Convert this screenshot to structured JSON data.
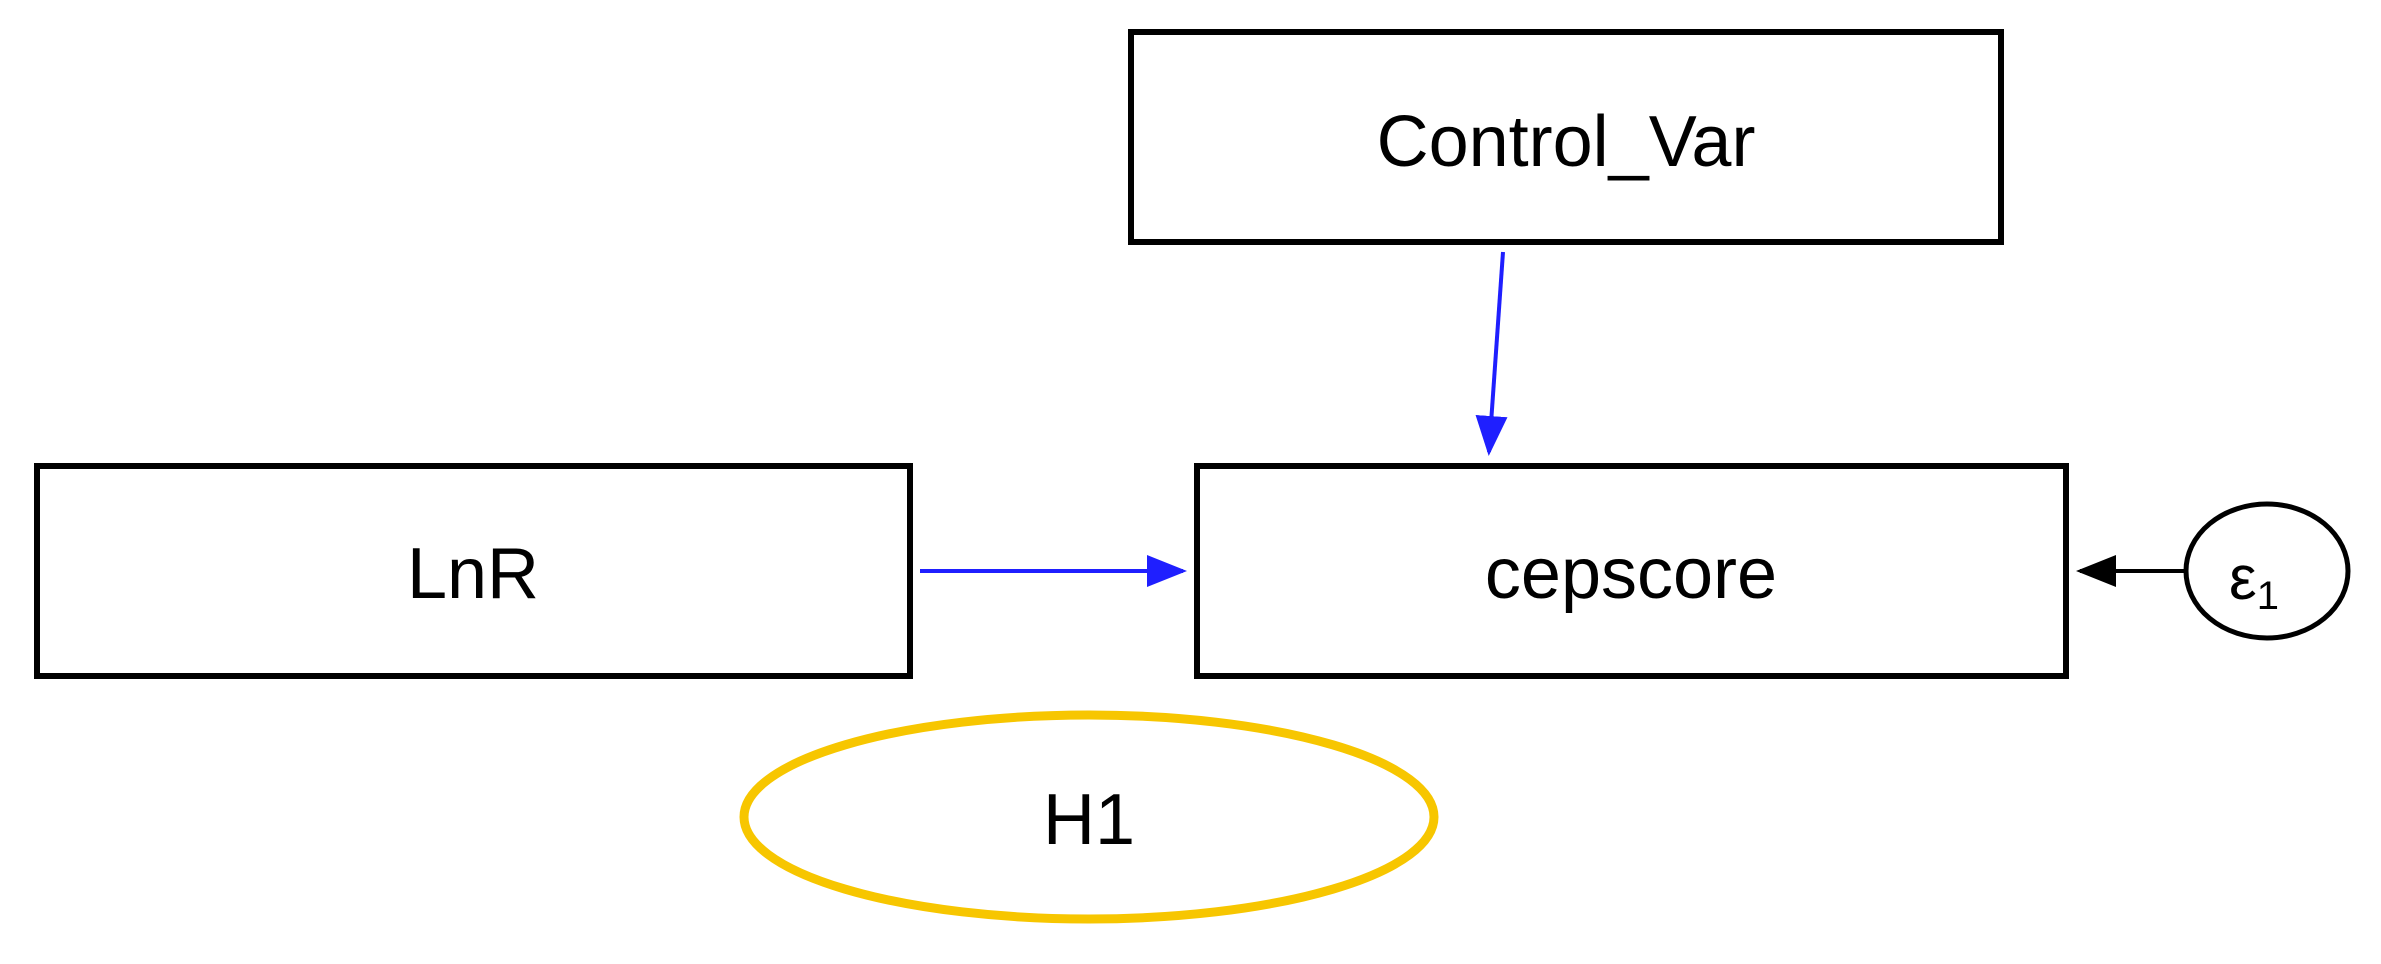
{
  "nodes": {
    "control_var": {
      "label": "Control_Var"
    },
    "lnr": {
      "label": "LnR"
    },
    "cepscore": {
      "label": "cepscore"
    },
    "error": {
      "symbol": "ε",
      "subscript": "1"
    },
    "hypothesis": {
      "label": "H1"
    }
  },
  "colors": {
    "path_arrow": "#1f1fff",
    "error_arrow": "#000000",
    "box_stroke": "#000000",
    "hypothesis_stroke": "#f7c600"
  },
  "edges": [
    {
      "from": "control_var",
      "to": "cepscore",
      "color": "#1f1fff"
    },
    {
      "from": "lnr",
      "to": "cepscore",
      "color": "#1f1fff"
    },
    {
      "from": "error",
      "to": "cepscore",
      "color": "#000000"
    }
  ]
}
